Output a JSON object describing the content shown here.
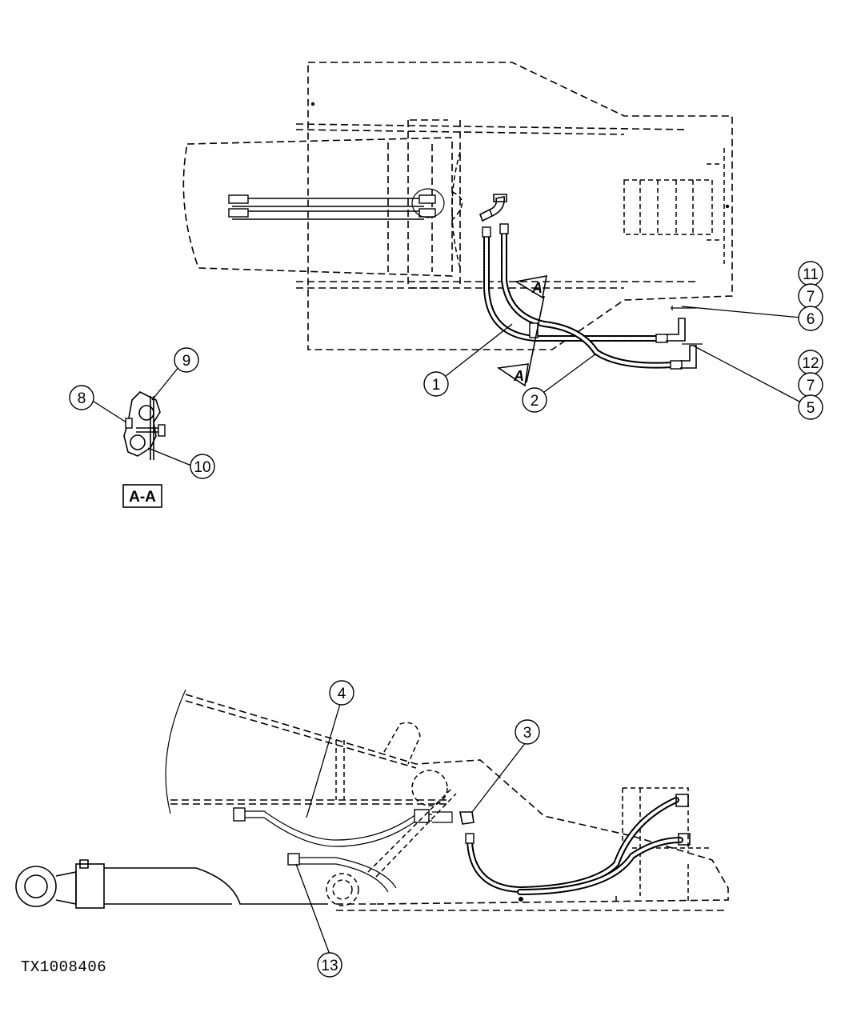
{
  "figure_id": "TX1008406",
  "section_label": "A-A",
  "section_arrow_letter": "A",
  "callouts": {
    "c1": "1",
    "c2": "2",
    "c3": "3",
    "c4": "4",
    "c5": "5",
    "c6": "6",
    "c7a": "7",
    "c7b": "7",
    "c8": "8",
    "c9": "9",
    "c10": "10",
    "c11": "11",
    "c12": "12",
    "c13": "13"
  }
}
